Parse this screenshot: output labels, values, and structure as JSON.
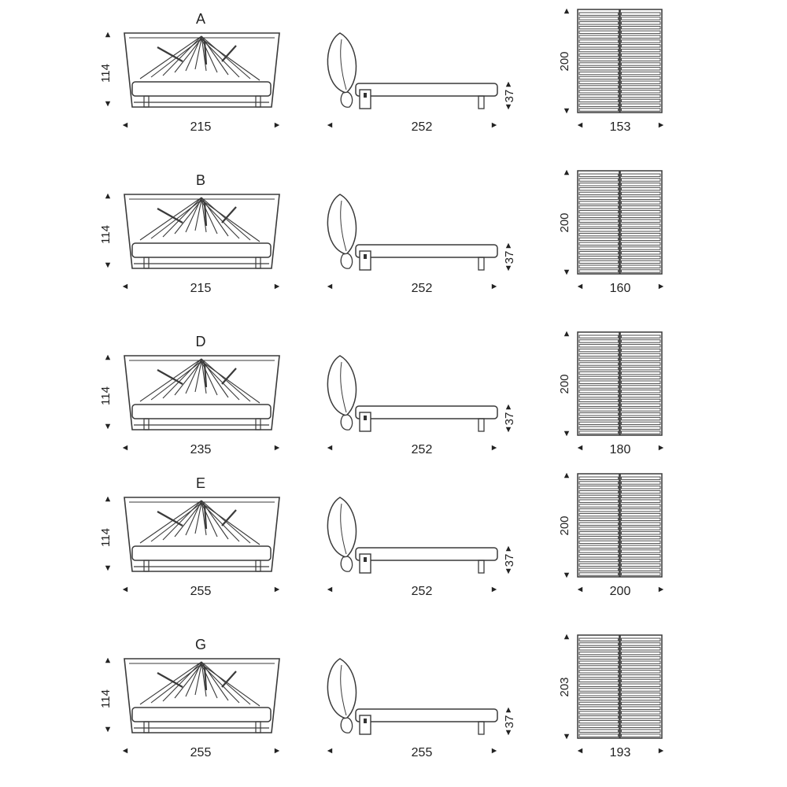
{
  "colors": {
    "line": "#3a3a3a",
    "text": "#222222",
    "background": "#ffffff"
  },
  "rows": [
    {
      "letter": "A",
      "headboard_height": "114",
      "front_width": "215",
      "side_length": "252",
      "side_height": "37",
      "slat_length": "200",
      "slat_width": "153"
    },
    {
      "letter": "B",
      "headboard_height": "114",
      "front_width": "215",
      "side_length": "252",
      "side_height": "37",
      "slat_length": "200",
      "slat_width": "160"
    },
    {
      "letter": "D",
      "headboard_height": "114",
      "front_width": "235",
      "side_length": "252",
      "side_height": "37",
      "slat_length": "200",
      "slat_width": "180"
    },
    {
      "letter": "E",
      "headboard_height": "114",
      "front_width": "255",
      "side_length": "252",
      "side_height": "37",
      "slat_length": "200",
      "slat_width": "200"
    },
    {
      "letter": "G",
      "headboard_height": "114",
      "front_width": "255",
      "side_length": "255",
      "side_height": "37",
      "slat_length": "203",
      "slat_width": "193"
    }
  ]
}
